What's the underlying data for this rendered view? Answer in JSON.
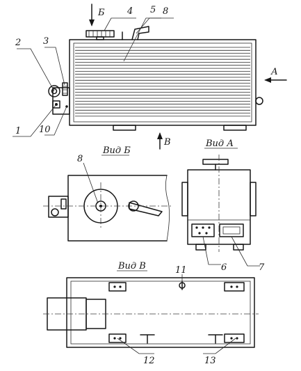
{
  "labels": {
    "n1": "1",
    "n2": "2",
    "n3": "3",
    "n4": "4",
    "n5": "5",
    "n6": "6",
    "n7": "7",
    "n8_top": "8",
    "n8_view": "8",
    "n10": "10",
    "n11": "11",
    "n12": "12",
    "n13": "13"
  },
  "arrows": {
    "b": "Б",
    "a": "А",
    "v": "В"
  },
  "views": {
    "view_b": "Вид Б",
    "view_a": "Вид А",
    "view_v": "Вид В"
  }
}
